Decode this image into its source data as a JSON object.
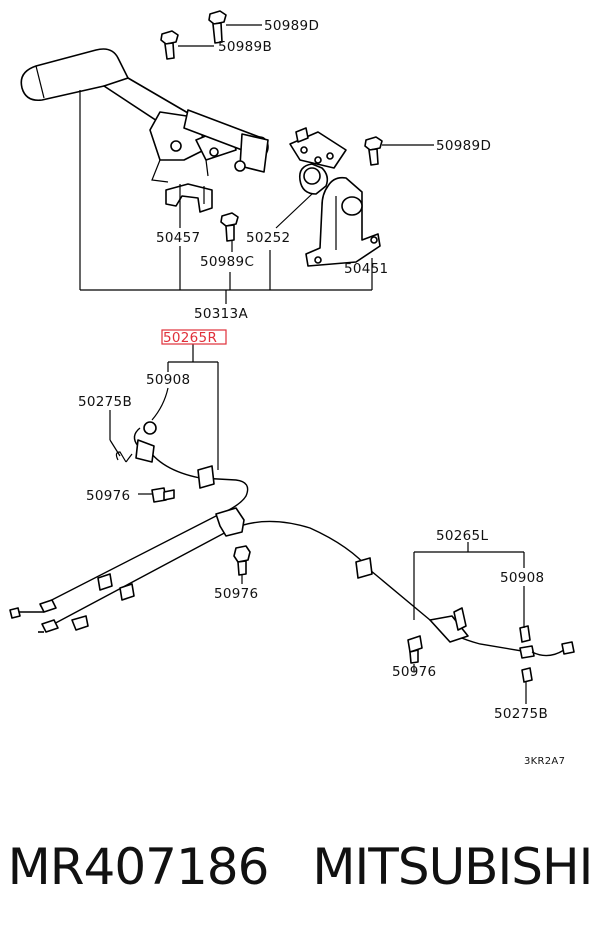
{
  "labels": {
    "l50989d_top": "50989D",
    "l50989b": "50989B",
    "l50989d_right": "50989D",
    "l50457": "50457",
    "l50252": "50252",
    "l50989c": "50989C",
    "l50451": "50451",
    "l50313a": "50313A",
    "l50265r": "50265R",
    "l50908_left": "50908",
    "l50275b_left": "50275B",
    "l50976_left": "50976",
    "l50976_mid": "50976",
    "l50265l": "50265L",
    "l50908_right": "50908",
    "l50976_right": "50976",
    "l50275b_right": "50275B",
    "diagram_code": "3KR2A7"
  },
  "caption": {
    "part_number": "MR407186",
    "brand": "MITSUBISHI"
  },
  "colors": {
    "highlight": "#e0303a",
    "ink": "#111111"
  }
}
